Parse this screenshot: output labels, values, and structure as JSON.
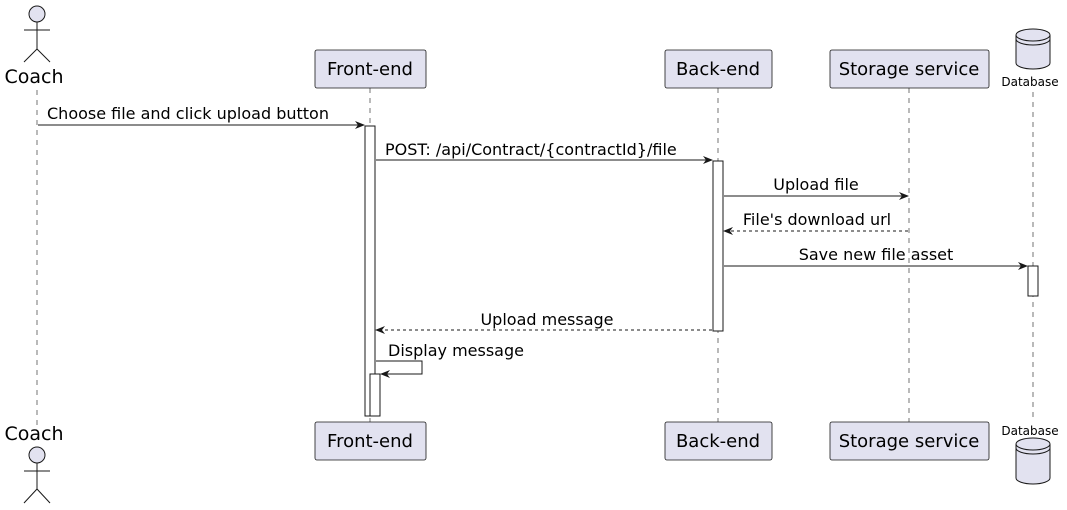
{
  "participants": {
    "coach": "Coach",
    "frontend": "Front-end",
    "backend": "Back-end",
    "storage": "Storage service",
    "database": "Database"
  },
  "messages": [
    {
      "label": "Choose file and click upload button",
      "style": "solid"
    },
    {
      "label": "POST: /api/Contract/{contractId}/file",
      "style": "solid"
    },
    {
      "label": "Upload file",
      "style": "solid"
    },
    {
      "label": "File's download url",
      "style": "dashed"
    },
    {
      "label": "Save new file asset",
      "style": "solid"
    },
    {
      "label": "Upload message",
      "style": "dashed"
    },
    {
      "label": "Display message",
      "style": "solid"
    }
  ],
  "colors": {
    "participant_fill": "#e2e2f0",
    "participant_border": "#181818",
    "lifeline": "#181818",
    "activation_fill": "#ffffff"
  }
}
